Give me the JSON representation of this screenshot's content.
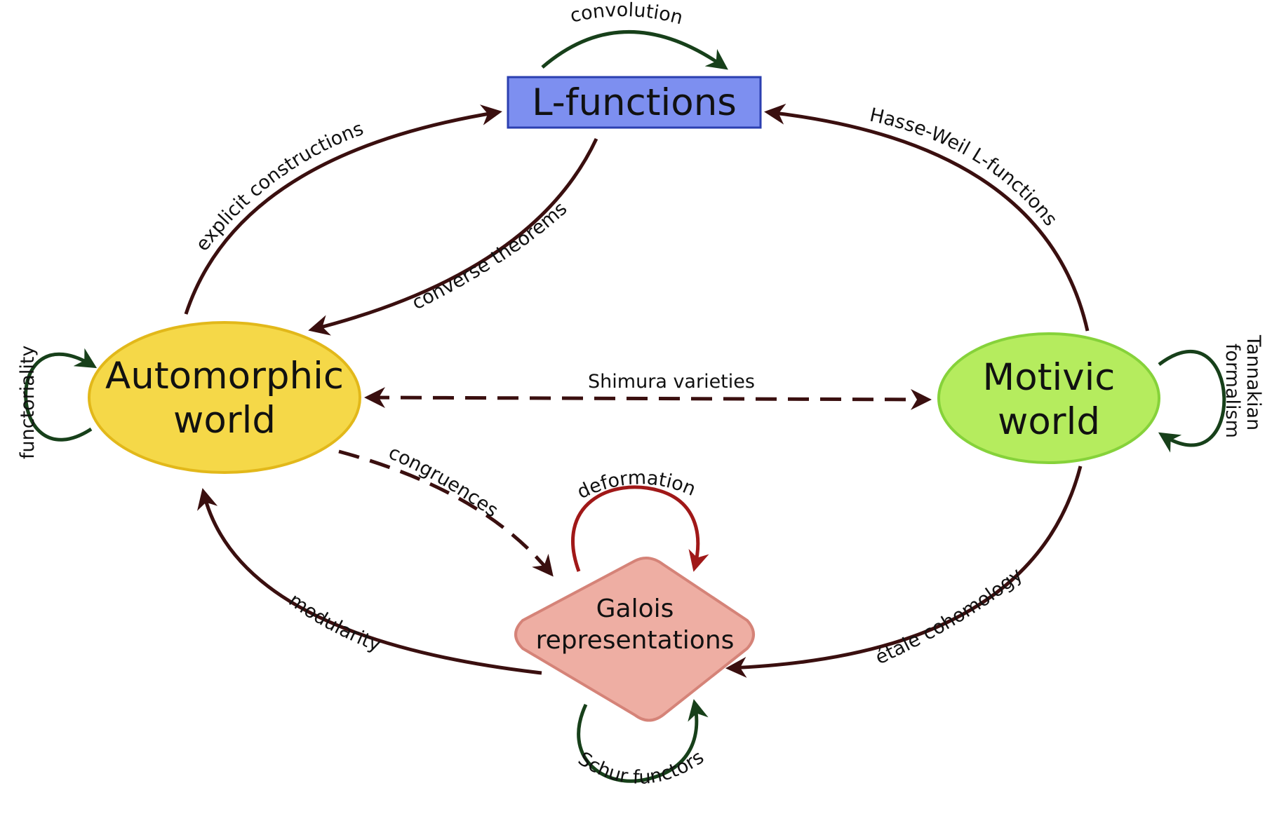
{
  "colors": {
    "edge_dark": "#3a0f0f",
    "loop_green": "#17401a",
    "loop_red": "#a01818",
    "lfunc_fill": "#7d8ff0",
    "lfunc_stroke": "#2b3fb0",
    "automorphic_fill": "#f5d848",
    "automorphic_stroke": "#e2b81a",
    "motivic_fill": "#b5ec5e",
    "motivic_stroke": "#86d23a",
    "galois_fill": "#eeaea3",
    "galois_stroke": "#d58378"
  },
  "nodes": {
    "lfunctions": {
      "label": "L-functions"
    },
    "automorphic": {
      "line1": "Automorphic",
      "line2": "world"
    },
    "motivic": {
      "line1": "Motivic",
      "line2": "world"
    },
    "galois": {
      "line1": "Galois",
      "line2": "representations"
    }
  },
  "edges": {
    "convolution": "convolution",
    "explicit_constructions": "explicit constructions",
    "converse_theorems": "converse theorems",
    "hasse_weil": "Hasse-Weil L-functions",
    "functoriality": "functoriality",
    "tannakian_line1": "Tannakian",
    "tannakian_line2": "formalism",
    "shimura": "Shimura varieties",
    "congruences": "congruences",
    "deformation": "deformation",
    "modularity": "modularity",
    "etale": "étale cohomology",
    "schur": "Schur functors"
  }
}
